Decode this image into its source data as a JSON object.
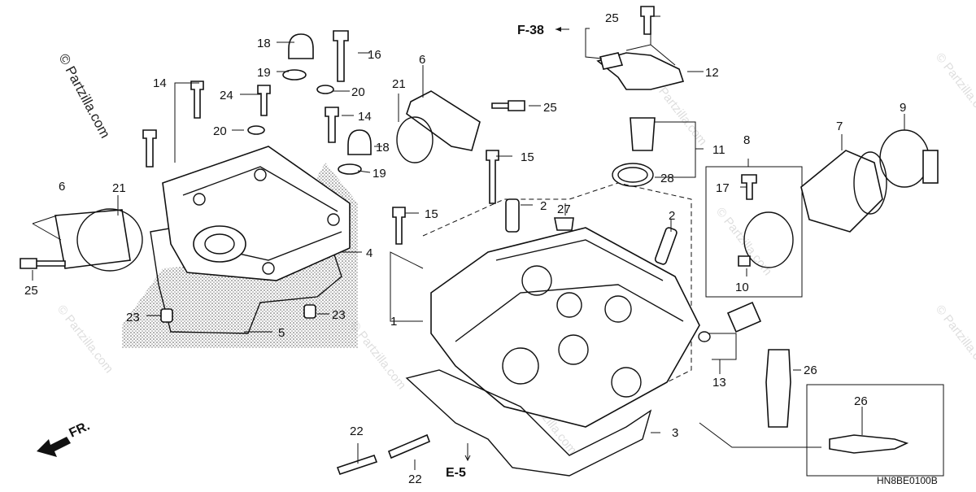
{
  "diagram": {
    "copyright": "© Partzilla.com",
    "watermark": "© Partzilla.com",
    "diagram_code": "HN8BE0100B",
    "direction_label": "FR.",
    "section_refs": {
      "f38": "F-38",
      "e5": "E-5"
    },
    "callouts": {
      "n1": "1",
      "n2a": "2",
      "n2b": "2",
      "n3": "3",
      "n4": "4",
      "n5": "5",
      "n6a": "6",
      "n6b": "6",
      "n7": "7",
      "n8": "8",
      "n9": "9",
      "n10": "10",
      "n11": "11",
      "n12": "12",
      "n13": "13",
      "n14a": "14",
      "n14b": "14",
      "n15a": "15",
      "n15b": "15",
      "n16": "16",
      "n17": "17",
      "n18a": "18",
      "n18b": "18",
      "n19a": "19",
      "n19b": "19",
      "n20a": "20",
      "n20b": "20",
      "n21a": "21",
      "n21b": "21",
      "n22a": "22",
      "n22b": "22",
      "n23a": "23",
      "n23b": "23",
      "n24": "24",
      "n25a": "25",
      "n25b": "25",
      "n25c": "25",
      "n26a": "26",
      "n26b": "26",
      "n27": "27",
      "n28": "28"
    }
  }
}
